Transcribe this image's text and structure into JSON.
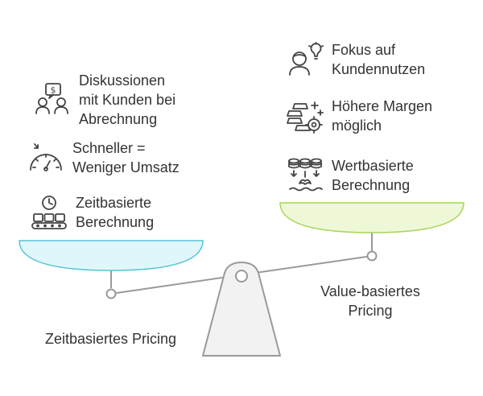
{
  "left": {
    "caption": "Zeitbasiertes Pricing",
    "items": [
      {
        "icon": "money-discussion-icon",
        "label": "Diskussionen\nmit Kunden bei\nAbrechnung"
      },
      {
        "icon": "speedometer-icon",
        "label": "Schneller =\nWeniger Umsatz"
      },
      {
        "icon": "clock-conveyor-icon",
        "label": "Zeitbasierte\nBerechnung"
      }
    ],
    "pan_color": "#dff7fb",
    "pan_stroke": "#56c3d7"
  },
  "right": {
    "caption": "Value-basiertes\nPricing",
    "items": [
      {
        "icon": "person-idea-icon",
        "label": "Fokus auf\nKundennutzen"
      },
      {
        "icon": "gold-bars-gear-icon",
        "label": "Höhere Margen\nmöglich"
      },
      {
        "icon": "coins-water-icon",
        "label": "Wertbasierte\nBerechnung"
      }
    ],
    "pan_color": "#eef8d6",
    "pan_stroke": "#a6d45a"
  }
}
